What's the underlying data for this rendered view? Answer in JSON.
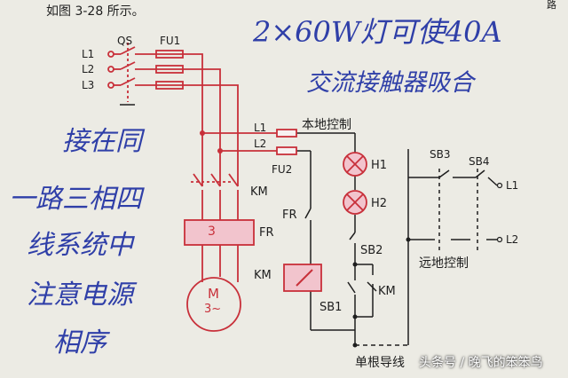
{
  "page": {
    "heading": "如图 3-28 所示。",
    "corner_fragment": "路"
  },
  "handwritten": {
    "line1": "2×60W灯可使40A",
    "line2": "交流接触器吸合",
    "connect_note": "接在同",
    "note_line1": "一路三相四",
    "note_line2": "线系统中",
    "note_line3": "注意电源",
    "note_line4": "相序"
  },
  "main_circuit": {
    "L1": "L1",
    "L2": "L2",
    "L3": "L3",
    "QS": "QS",
    "FU1": "FU1",
    "KM": "KM",
    "FR": "FR",
    "fr_element": "3",
    "motor_m": "M",
    "motor_phase": "3~"
  },
  "local_control": {
    "title": "本地控制",
    "L1": "L1",
    "L2": "L2",
    "FU2": "FU2",
    "H1": "H1",
    "H2": "H2",
    "FR": "FR",
    "SB2": "SB2",
    "KM_coil": "KM",
    "KM_contact": "KM",
    "SB1": "SB1",
    "single_wire": "单根导线"
  },
  "remote_control": {
    "SB3": "SB3",
    "SB4": "SB4",
    "L1": "L1",
    "L2": "L2",
    "title": "远地控制"
  },
  "watermark": "头条号 / 晚飞的笨笨鸟",
  "colors": {
    "paper": "#ecebe4",
    "red_ink": "#c8303a",
    "pink_fill": "#f2c4cd",
    "blue_ink": "#2f3fa8",
    "black_ink": "#1e1e1e"
  }
}
